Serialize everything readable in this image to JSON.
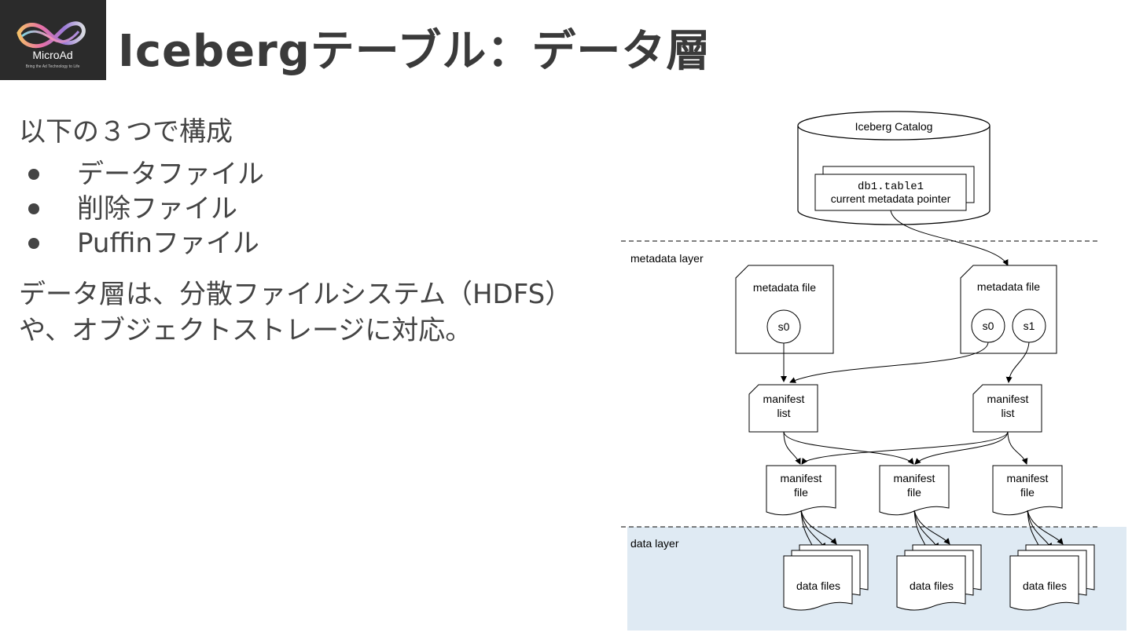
{
  "logo": {
    "text": "MicroAd",
    "tagline": "Bring the Ad Technology to Life"
  },
  "title": "Icebergテーブル：データ層",
  "intro": "以下の３つで構成",
  "bullets": [
    "データファイル",
    "削除ファイル",
    "Puffinファイル"
  ],
  "description": [
    "データ層は、分散ファイルシステム（HDFS）",
    "や、オブジェクトストレージに対応。"
  ],
  "diagram": {
    "catalog": {
      "label": "Iceberg Catalog",
      "table": "db1.table1",
      "pointer": "current metadata pointer"
    },
    "metadata_layer_label": "metadata layer",
    "data_layer_label": "data layer",
    "metadata_files": [
      {
        "label": "metadata file",
        "snapshots": [
          "s0"
        ]
      },
      {
        "label": "metadata file",
        "snapshots": [
          "s0",
          "s1"
        ]
      }
    ],
    "manifest_lists": [
      {
        "line1": "manifest",
        "line2": "list"
      },
      {
        "line1": "manifest",
        "line2": "list"
      }
    ],
    "manifest_files": [
      {
        "line1": "manifest",
        "line2": "file"
      },
      {
        "line1": "manifest",
        "line2": "file"
      },
      {
        "line1": "manifest",
        "line2": "file"
      }
    ],
    "data_files": [
      "data files",
      "data files",
      "data files"
    ],
    "colors": {
      "data_layer_bg": "#dfeaf3",
      "logo_bg": "#2b2b2b"
    }
  }
}
